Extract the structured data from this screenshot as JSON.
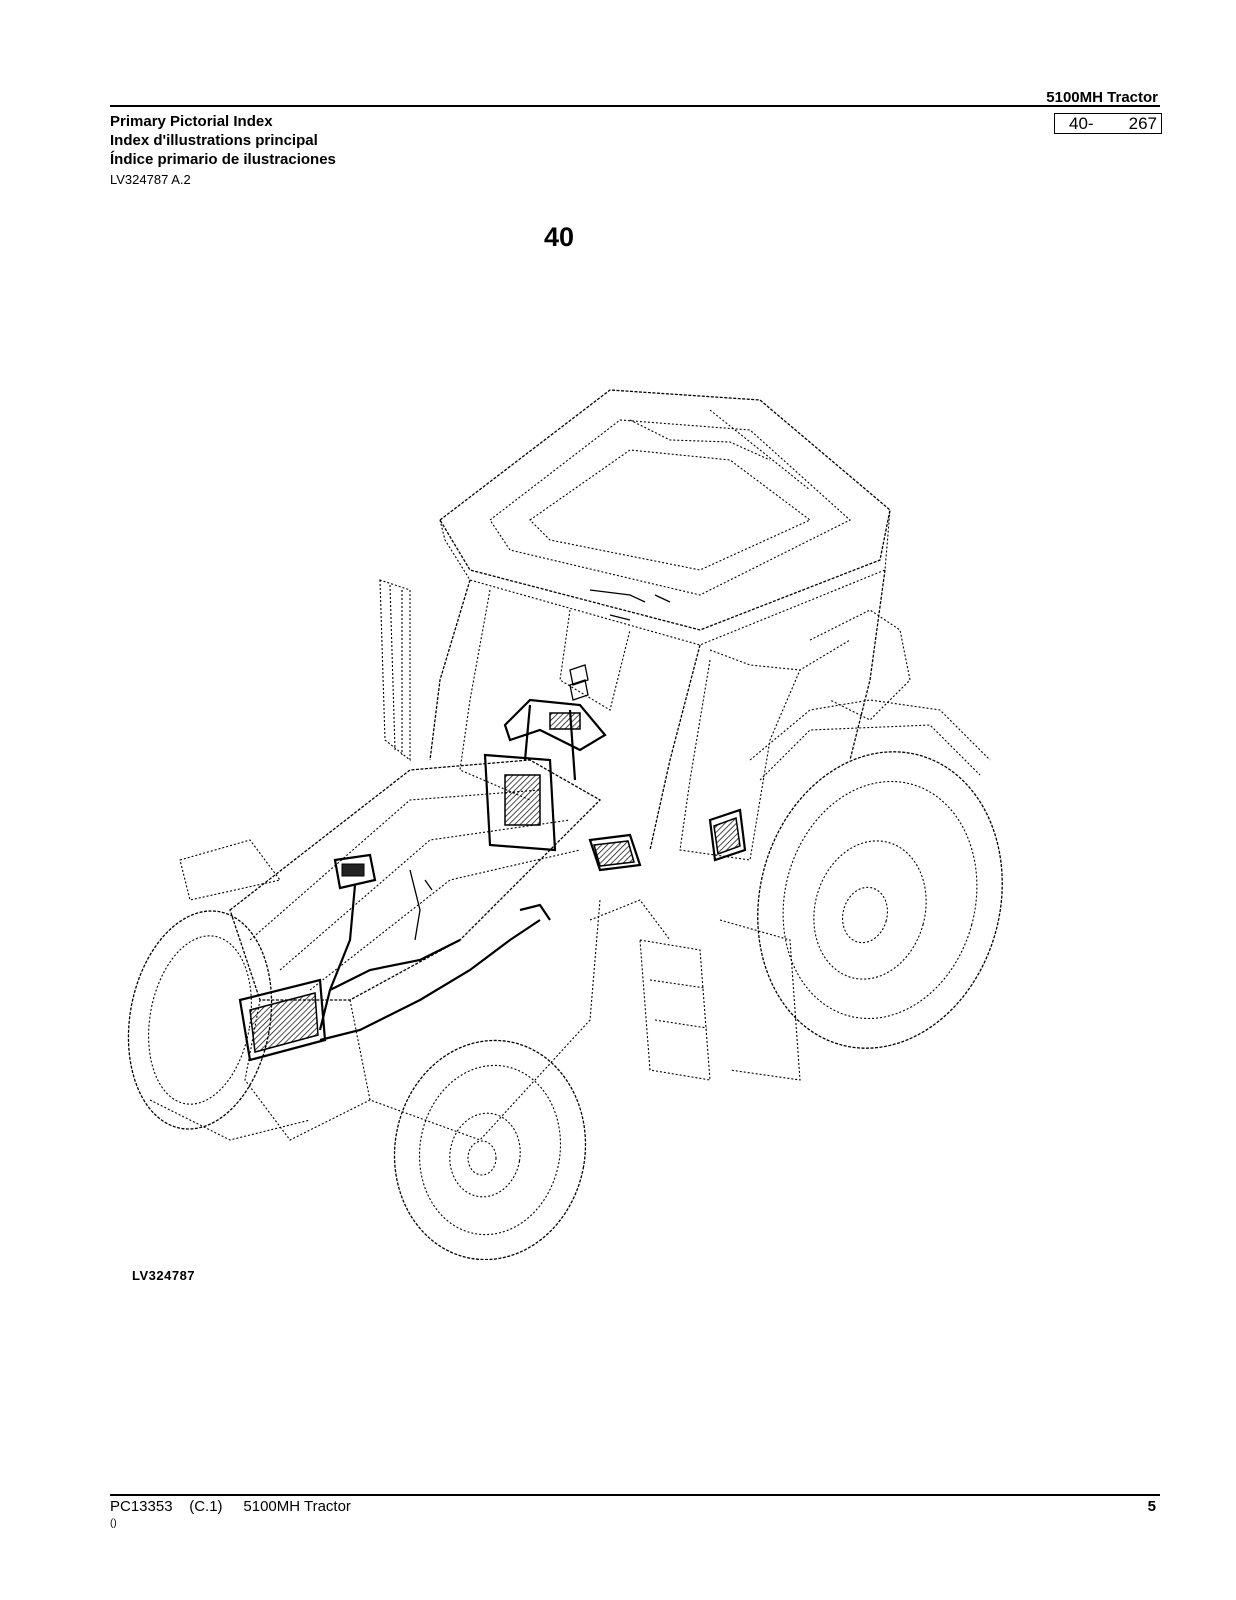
{
  "header": {
    "model": "5100MH  Tractor",
    "headings": [
      "Primary Pictorial Index",
      "Index d'illustrations principal",
      "Índice primario de ilustraciones"
    ],
    "page_ref": {
      "section": "40-",
      "page": "267"
    },
    "doc_ref": "LV324787 A.2"
  },
  "section_number": "40",
  "figure": {
    "id": "LV324787",
    "subject": "tractor-electrical-components-illustration"
  },
  "footer": {
    "left": "PC13353    (C.1)     5100MH Tractor",
    "page": "5",
    "note": "()"
  }
}
